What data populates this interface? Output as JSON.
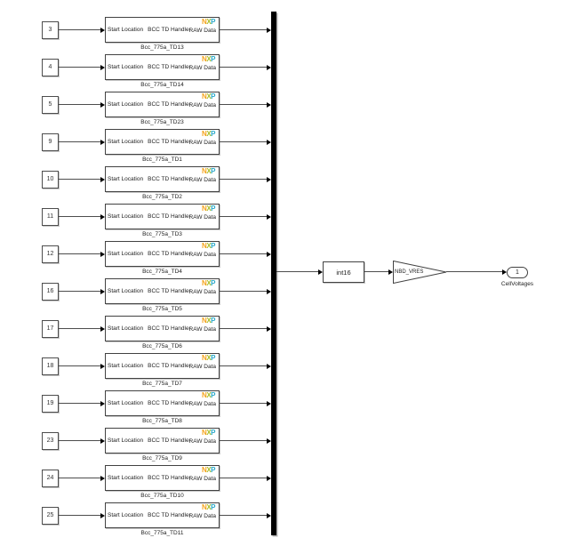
{
  "diagram": {
    "handler_block": {
      "inport_label": "Start Location",
      "title": "BCC TD Handler",
      "outport_label": "RAW Data",
      "logo_letters": [
        "N",
        "X",
        "P"
      ],
      "logo_colors": [
        "#F5A31B",
        "#A9BF2C",
        "#2BA9C9"
      ]
    },
    "rows": [
      {
        "port": "3",
        "name": "Bcc_775a_TD13"
      },
      {
        "port": "4",
        "name": "Bcc_775a_TD14"
      },
      {
        "port": "5",
        "name": "Bcc_775a_TD23"
      },
      {
        "port": "9",
        "name": "Bcc_775a_TD1"
      },
      {
        "port": "10",
        "name": "Bcc_775a_TD2"
      },
      {
        "port": "11",
        "name": "Bcc_775a_TD3"
      },
      {
        "port": "12",
        "name": "Bcc_775a_TD4"
      },
      {
        "port": "16",
        "name": "Bcc_775a_TD5"
      },
      {
        "port": "17",
        "name": "Bcc_775a_TD6"
      },
      {
        "port": "18",
        "name": "Bcc_775a_TD7"
      },
      {
        "port": "19",
        "name": "Bcc_775a_TD8"
      },
      {
        "port": "23",
        "name": "Bcc_775a_TD9"
      },
      {
        "port": "24",
        "name": "Bcc_775a_TD10"
      },
      {
        "port": "25",
        "name": "Bcc_775a_TD11"
      }
    ],
    "conversion_block": {
      "label": "int16"
    },
    "gain_block": {
      "label": "NBD_VRES"
    },
    "outport": {
      "number": "1",
      "label": "CellVoltages"
    }
  }
}
